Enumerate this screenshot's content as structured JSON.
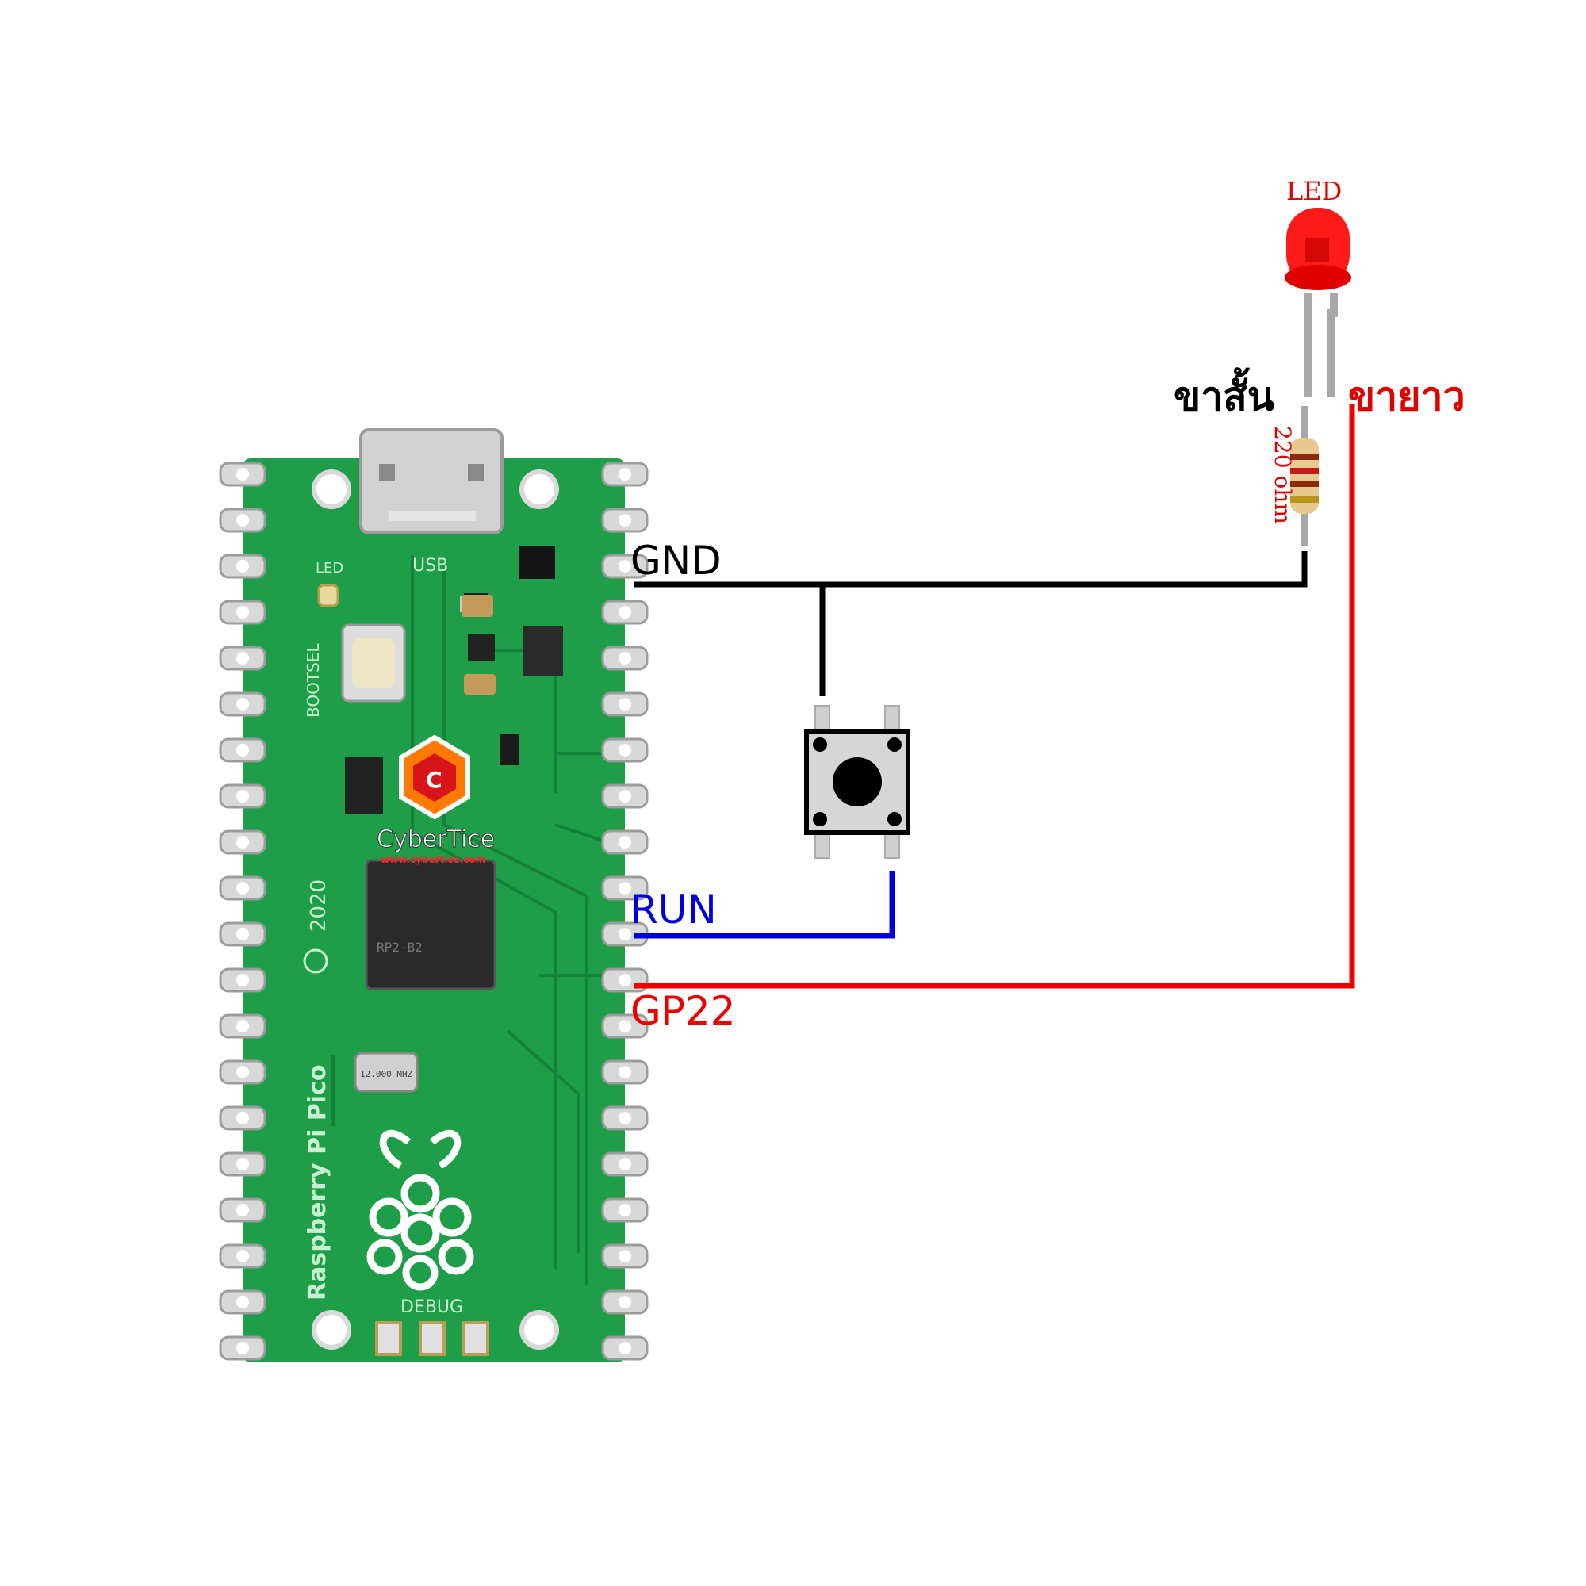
{
  "board": {
    "model_text": "Raspberry Pi Pico",
    "year_text": "2020",
    "usb_text": "USB",
    "led_text": "LED",
    "bootsel_text": "BOOTSEL",
    "debug_text": "DEBUG",
    "chip_text": "RP2-B2",
    "crystal_text": "12.000 MHZ",
    "watermark": {
      "brand": "CyberTice",
      "url": "www.cybertice.com"
    }
  },
  "pins": {
    "gnd": "GND",
    "run": "RUN",
    "gp22": "GP22"
  },
  "led": {
    "label": "LED",
    "short_leg": "ขาสั้น",
    "long_leg": "ขายาว"
  },
  "resistor": {
    "label": "220 ohm"
  },
  "wire_colors": {
    "gnd": "#000000",
    "run": "#0000dd",
    "gp22": "#ee0000"
  },
  "colors": {
    "pcb": "#1f9e4a",
    "pcb_dark": "#157a37",
    "led_red": "#ff1a1a",
    "label_red": "#e00000"
  }
}
